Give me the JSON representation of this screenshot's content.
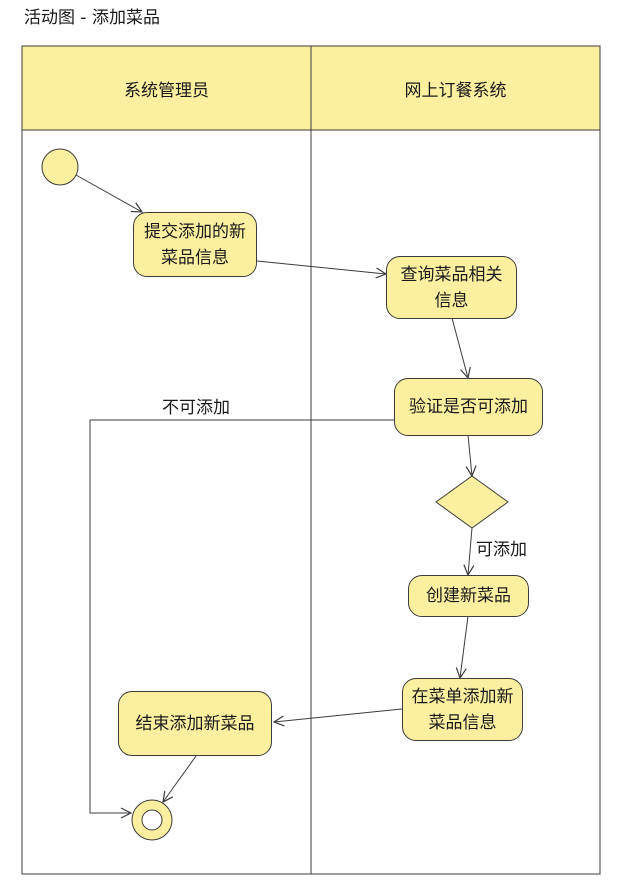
{
  "title": "活动图 - 添加菜品",
  "lanes": [
    {
      "label": "系统管理员"
    },
    {
      "label": "网上订餐系统"
    }
  ],
  "nodes": {
    "submit": "提交添加的新菜品信息",
    "query": "查询菜品相关信息",
    "verify": "验证是否可添加",
    "create": "创建新菜品",
    "add_menu": "在菜单添加新菜品信息",
    "end_add": "结束添加新菜品"
  },
  "edge_labels": {
    "cannot_add": "不可添加",
    "can_add": "可添加"
  },
  "colors": {
    "node_fill": "#fcef9f",
    "header_fill": "#fcef9f",
    "line": "#3c3c3c"
  }
}
